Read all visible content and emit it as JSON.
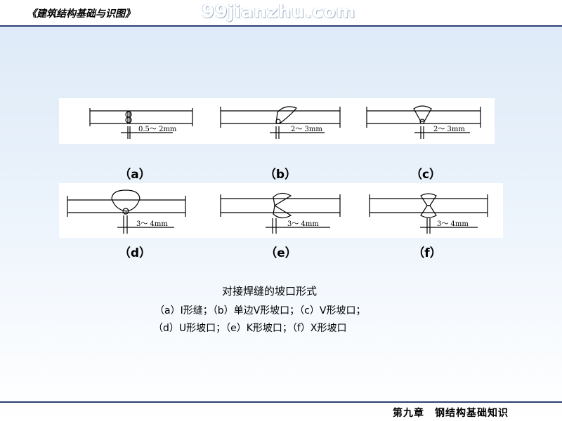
{
  "header": {
    "title": "《建筑结构基础与识图》",
    "watermark": "99jianzhu.com"
  },
  "figures": {
    "a": {
      "label": "（a）",
      "gap": "0.5～ 2mm"
    },
    "b": {
      "label": "（b）",
      "gap": "2～ 3mm"
    },
    "c": {
      "label": "（c）",
      "gap": "2～ 3mm"
    },
    "d": {
      "label": "（d）",
      "gap": "3～ 4mm"
    },
    "e": {
      "label": "（e）",
      "gap": "3～ 4mm"
    },
    "f": {
      "label": "（f）",
      "gap": "3～ 4mm"
    }
  },
  "caption": {
    "title": "对接焊缝的坡口形式",
    "line1": "（a）I形缝；（b）单边V形坡口；（c）V形坡口；",
    "line2": "（d）U形坡口；（e）K形坡口；（f）X形坡口"
  },
  "footer": {
    "chapter": "第九章　钢结构基础知识"
  }
}
